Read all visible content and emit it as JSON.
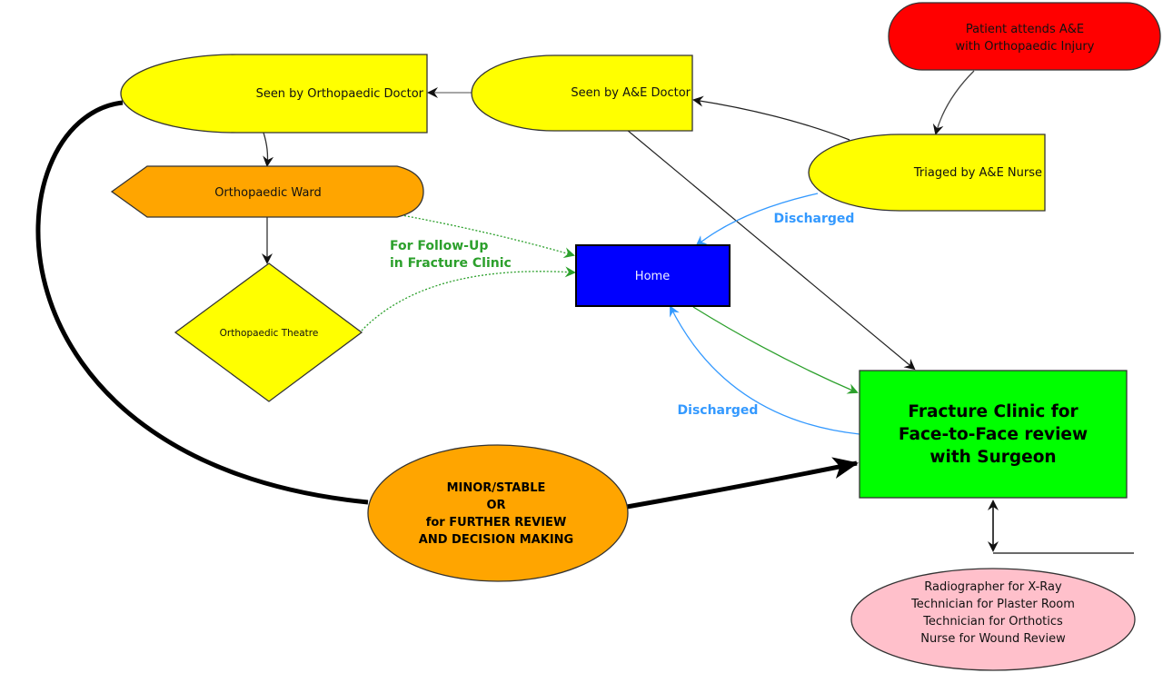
{
  "colors": {
    "start": "#ff0000",
    "process": "#ffff00",
    "ward": "#ffa500",
    "home": "#0000ff",
    "clinic": "#00ff00",
    "support": "#ffc0cb",
    "discharged_edge": "#3399ff",
    "follow_up_edge": "#2ca02c"
  },
  "nodes": {
    "patient": {
      "lines": [
        "Patient attends A&E",
        "with Orthopaedic Injury"
      ]
    },
    "triaged": {
      "label": "Triaged by A&E Nurse"
    },
    "ae_doctor": {
      "label": "Seen by A&E Doctor"
    },
    "ortho_doctor": {
      "label": "Seen by Orthopaedic Doctor"
    },
    "ortho_ward": {
      "label": "Orthopaedic Ward"
    },
    "ortho_theatre": {
      "label": "Orthopaedic Theatre"
    },
    "home": {
      "label": "Home"
    },
    "fracture_clinic": {
      "lines": [
        "Fracture Clinic for",
        "Face-to-Face review",
        "with Surgeon"
      ]
    },
    "minor_stable": {
      "lines": [
        "MINOR/STABLE",
        "OR",
        "for FURTHER REVIEW",
        "AND DECISION MAKING"
      ]
    },
    "support_staff": {
      "lines": [
        "Radiographer for X-Ray",
        "Technician for Plaster Room",
        "Technician for Orthotics",
        "Nurse for Wound Review"
      ]
    }
  },
  "edge_labels": {
    "discharged_from_triage": "Discharged",
    "discharged_from_clinic": "Discharged",
    "follow_up": [
      "For Follow-Up",
      "in Fracture Clinic"
    ]
  }
}
